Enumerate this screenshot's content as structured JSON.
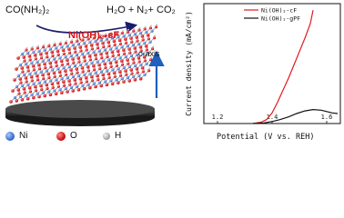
{
  "scheme": {
    "reactant": "CO(NH₂)₂",
    "products": "H₂O + N₂+ CO₂",
    "catalyst": "Ni(OH)₂-cF",
    "axis_label": "c-axis",
    "legend": [
      {
        "symbol": "circle-blue",
        "label": "Ni",
        "color": "#3f7fd6"
      },
      {
        "symbol": "circle-red",
        "label": "O",
        "color": "#e31a1c"
      },
      {
        "symbol": "circle-gray",
        "label": "H",
        "color": "#bdbdbd"
      }
    ],
    "colors": {
      "arrow_blue": "#1f5fbf",
      "catalyst_red": "#d11111",
      "substrate": "#2b2b2b"
    }
  },
  "chart_data": {
    "type": "line",
    "xlabel": "Potential (V vs. REH)",
    "ylabel": "Current density (mA/cm²)",
    "xlim": [
      1.15,
      1.65
    ],
    "ylim": [
      0,
      90
    ],
    "x_ticks": [
      "1.2",
      "1.4",
      "1.6"
    ],
    "grid": false,
    "legend_position": "top-right",
    "series": [
      {
        "name": "Ni(OH)₂-cF",
        "color": "#e31a1c",
        "x": [
          1.33,
          1.36,
          1.38,
          1.4,
          1.42,
          1.44,
          1.46,
          1.48,
          1.5,
          1.52,
          1.54,
          1.55
        ],
        "y": [
          0,
          1,
          3,
          8,
          16,
          25,
          34,
          44,
          54,
          64,
          75,
          85
        ]
      },
      {
        "name": "Ni(OH)₂-gPF",
        "color": "#111111",
        "x": [
          1.33,
          1.37,
          1.4,
          1.43,
          1.46,
          1.49,
          1.52,
          1.55,
          1.58,
          1.6,
          1.62,
          1.64
        ],
        "y": [
          0,
          0.5,
          1.5,
          3,
          5,
          7.5,
          9.5,
          10.5,
          10,
          9,
          8,
          7.5
        ]
      }
    ]
  }
}
